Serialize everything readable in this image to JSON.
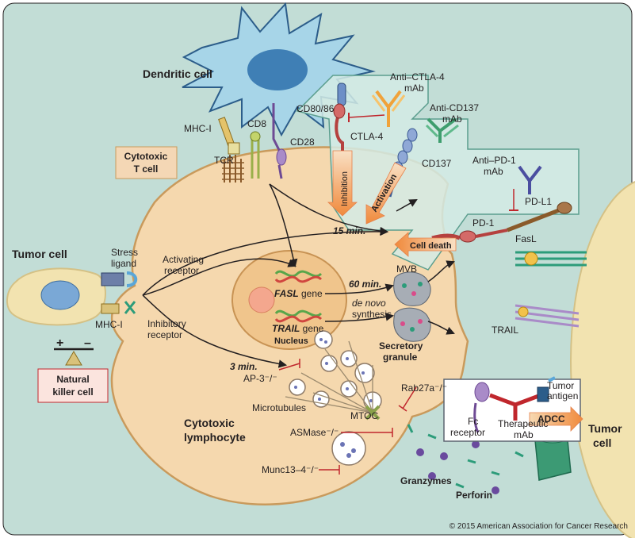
{
  "labels": {
    "dendritic_cell": "Dendritic cell",
    "cytotoxic_t_cell_line1": "Cytotoxic",
    "cytotoxic_t_cell_line2": "T cell",
    "mhc_i_top": "MHC-I",
    "cd8": "CD8",
    "cd28": "CD28",
    "tcr": "TCR",
    "cd80_86": "CD80/86",
    "ctla4": "CTLA-4",
    "anti_ctla4_line1": "Anti–CTLA-4",
    "anti_ctla4_line2": "mAb",
    "anti_cd137_line1": "Anti-CD137",
    "anti_cd137_line2": "mAb",
    "cd137": "CD137",
    "inhibition": "Inhibition",
    "activation": "Activation",
    "anti_pd1_line1": "Anti–PD-1",
    "anti_pd1_line2": "mAb",
    "pd_l1": "PD-L1",
    "pd_1": "PD-1",
    "cell_death": "Cell death",
    "fasl": "FasL",
    "tumor_cell_left": "Tumor cell",
    "stress_ligand_line1": "Stress",
    "stress_ligand_line2": "ligand",
    "activating_receptor_line1": "Activating",
    "activating_receptor_line2": "receptor",
    "mhc_i_left": "MHC-I",
    "inhibitory_receptor_line1": "Inhibitory",
    "inhibitory_receptor_line2": "receptor",
    "balance_plus": "+",
    "balance_minus": "–",
    "natural_killer_line1": "Natural",
    "natural_killer_line2": "killer cell",
    "time_15": "15 min.",
    "time_60": "60 min.",
    "time_3": "3 min.",
    "fasl_gene_italic": "FASL",
    "fasl_gene_suffix": " gene",
    "trail_gene_italic": "TRAIL",
    "trail_gene_suffix": " gene",
    "nucleus": "Nucleus",
    "de_novo_italic": "de novo",
    "synthesis": "synthesis",
    "mvb": "MVB",
    "trail": "TRAIL",
    "secretory_granule_line1": "Secretory",
    "secretory_granule_line2": "granule",
    "ap3": "AP-3⁻/⁻",
    "microtubules": "Microtubules",
    "mtoc": "MTOC",
    "rab27a": "Rab27a⁻/⁻",
    "asmase": "ASMase⁻/⁻",
    "munc13": "Munc13–4⁻/⁻",
    "cytotoxic_lymphocyte_line1": "Cytotoxic",
    "cytotoxic_lymphocyte_line2": "lymphocyte",
    "granzymes": "Granzymes",
    "perforin": "Perforin",
    "tumor_antigen_line1": "Tumor",
    "tumor_antigen_line2": "antigen",
    "adcc": "ADCC",
    "fc_receptor_line1": "Fc",
    "fc_receptor_line2": "receptor",
    "therapeutic_mab_line1": "Therapeutic",
    "therapeutic_mab_line2": "mAb",
    "tumor_cell_right_line1": "Tumor",
    "tumor_cell_right_line2": "cell",
    "copyright": "© 2015 American Association for Cancer Research"
  },
  "colors": {
    "background": "#c2ddd6",
    "lymphocyte_fill": "#f5d8ae",
    "lymphocyte_stroke": "#c99a5c",
    "tumor_right_fill": "#f2e3b0",
    "dendritic_fill": "#a7d5e8",
    "dendritic_stroke": "#2c5d8a",
    "nucleus_fill": "#f0c58c",
    "box_stroke": "#5b9e8e",
    "label_box_orange_fill": "#f4d7b5",
    "label_box_red_fill": "#fbe4de",
    "label_box_red_stroke": "#c0272d",
    "inhibit_red": "#c0272d"
  }
}
